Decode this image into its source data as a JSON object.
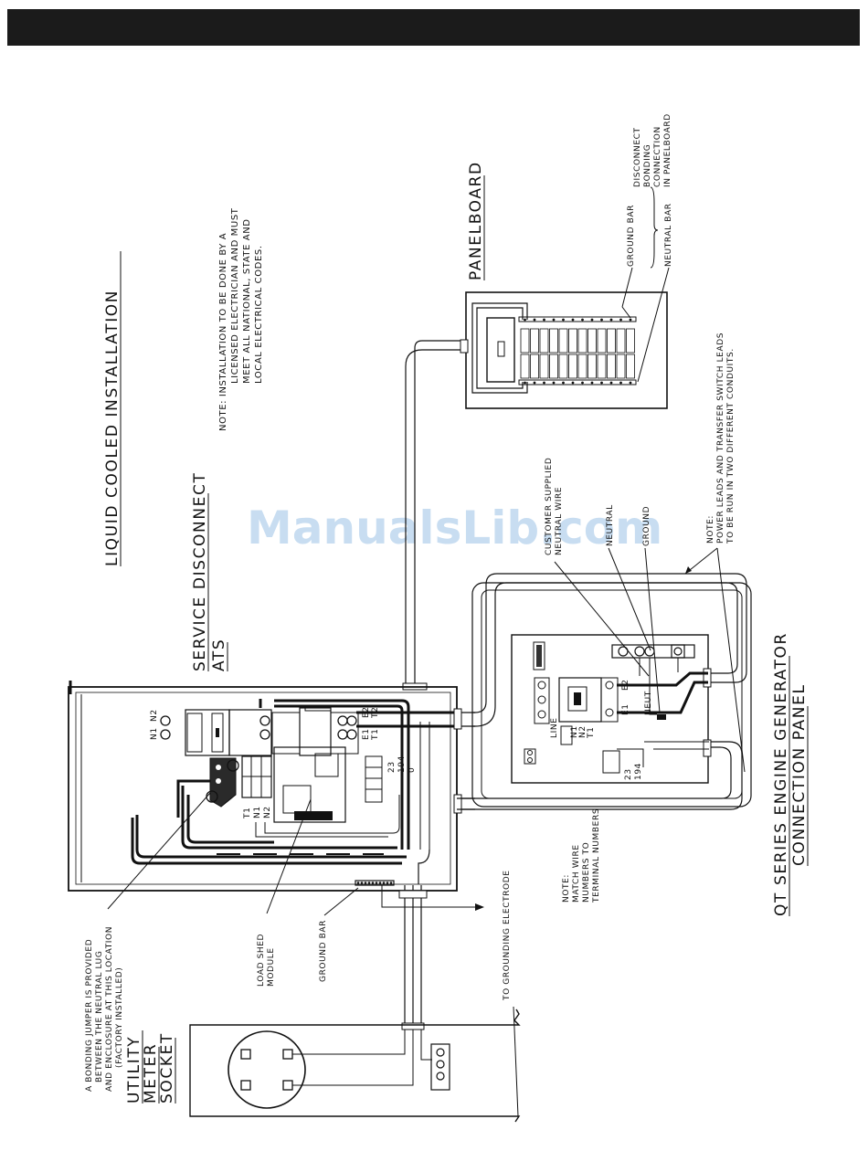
{
  "watermark": "ManualsLib.com",
  "titles": {
    "main": "LIQUID COOLED INSTALLATION",
    "service_disconnect": "SERVICE DISCONNECT",
    "ats": "ATS",
    "panelboard": "PANELBOARD",
    "engine_generator": "QT SERIES ENGINE GENERATOR",
    "connection_panel": "CONNECTION PANEL",
    "utility_1": "UTILITY",
    "utility_2": "METER",
    "utility_3": "SOCKET"
  },
  "notes": {
    "installation": [
      "NOTE: INSTALLATION TO BE DONE BY A",
      "LICENSED ELECTRICIAN AND MUST",
      "MEET ALL NATIONAL, STATE AND",
      "LOCAL ELECTRICAL CODES."
    ],
    "power_leads": [
      "NOTE:",
      "POWER LEADS AND TRANSFER SWITCH LEADS",
      "TO BE RUN IN TWO DIFFERENT CONDUITS."
    ],
    "match_wire": [
      "NOTE:",
      "MATCH WIRE",
      "NUMBERS TO",
      "TERMINAL NUMBERS"
    ],
    "bonding_jumper": [
      "A BONDING JUMPER IS PROVIDED",
      "BETWEEN THE NEUTRAL LUG",
      "AND ENCLOSURE AT THIS LOCATION",
      "(FACTORY INSTALLED)"
    ]
  },
  "labels": {
    "ground_bar_panel": "GROUND BAR",
    "neutral_bar": "NEUTRAL BAR",
    "disconnect_bonding": [
      "DISCONNECT",
      "BONDING",
      "CONNECTION",
      "IN PANELBOARD"
    ],
    "customer_neutral": [
      "CUSTOMER SUPPLIED",
      "NEUTRAL WIRE"
    ],
    "neutral": "NEUTRAL",
    "ground": "GROUND",
    "load_shed": [
      "LOAD SHED",
      "MODULE"
    ],
    "ground_bar_ats": "GROUND BAR",
    "grounding_electrode": "TO GROUNDING ELECTRODE"
  },
  "terminals": {
    "n1": "N1",
    "n2": "N2",
    "t1": "T1",
    "t2": "T2",
    "e1": "E1",
    "e2": "E2",
    "t1_lower": "T1",
    "n1_lower": "N1",
    "n2_lower": "N2",
    "t_23": "23",
    "t_194": "194",
    "t_0": "0",
    "cp_e1": "E1",
    "cp_e2": "E2",
    "neut": "NEUT",
    "line": "LINE",
    "cp_n1": "N1",
    "cp_n2": "N2",
    "cp_t1": "T1",
    "cp_23": "23",
    "cp_194": "194"
  }
}
